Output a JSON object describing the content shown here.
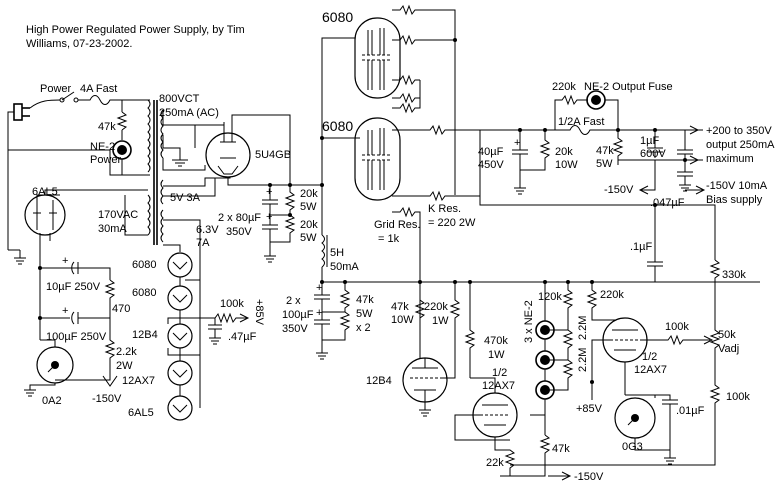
{
  "title_line1": "High Power Regulated Power Supply, by Tim",
  "title_line2": "Williams, 07-23-2002.",
  "labels": {
    "power": "Power",
    "fuse_main": "4A Fast",
    "r_47k_lamp": "47k",
    "ne2_power_1": "NE-2",
    "ne2_power_2": "Power",
    "xfmr_hv_1": "800VCT",
    "xfmr_hv_2": "250mA (AC)",
    "rect_tube": "5U4GB",
    "fil_5v": "5V 3A",
    "cap_2x80_1": "2 x 80µF",
    "cap_2x80_2": "350V",
    "r_20k_a1": "20k",
    "r_20k_a2": "5W",
    "r_20k_b1": "20k",
    "r_20k_b2": "5W",
    "tube_6al5_top": "6AL5",
    "bias_ac_1": "170VAC",
    "bias_ac_2": "30mA",
    "fil_63_1": "6.3V",
    "fil_63_2": "7A",
    "cap_10uf": "10µF 250V",
    "r_470": "470",
    "cap_100uf_bias": "100µF 250V",
    "r_22k_1": "2.2k",
    "r_22k_2": "2W",
    "neg150": "-150V",
    "oa2": "0A2",
    "fil_6080a": "6080",
    "fil_6080b": "6080",
    "fil_12b4": "12B4",
    "fil_12ax7": "12AX7",
    "fil_6al5": "6AL5",
    "r_100k_fil": "100k",
    "plus85_fil": "+85V",
    "cap_47uf": ".47µF",
    "choke_1": "5H",
    "choke_2": "50mA",
    "cap_2x100_1": "2 x",
    "cap_2x100_2": "100µF",
    "cap_2x100_3": "350V",
    "r_47k_5w_1": "47k",
    "r_47k_5w_2": "5W",
    "r_47k_5w_3": "x 2",
    "pass_top": "6080",
    "pass_bot": "6080",
    "grid_res_1": "Grid Res.",
    "grid_res_2": "= 1k",
    "k_res_1": "K Res.",
    "k_res_2": "= 220 2W",
    "r_220k_fuse": "220k",
    "ne2_fuse": "NE-2 Output Fuse",
    "fuse_out": "1/2A Fast",
    "cap_40uf_1": "40µF",
    "cap_40uf_2": "450V",
    "r_20k_10w_1": "20k",
    "r_20k_10w_2": "10W",
    "r_47k_out_1": "47k",
    "r_47k_out_2": "5W",
    "cap_1uf_1": "1µF",
    "cap_1uf_2": "600V",
    "out_1": "+200 to 350V",
    "out_2": "output 250mA",
    "out_3": "maximum",
    "bias_in": "-150V",
    "cap_047": ".047µF",
    "bias_out_1": "-150V 10mA",
    "bias_out_2": "Bias supply",
    "cap_1uf_fb": ".1µF",
    "r_330k": "330k",
    "r_47k_10w_1": "47k",
    "r_47k_10w_2": "10W",
    "r_220k_1w_1": "220k",
    "r_220k_1w_2": "1W",
    "r_470k_1": "470k",
    "r_470k_2": "1W",
    "r_120k": "120k",
    "r_220k_b": "220k",
    "ne2_x3_1": "3 x NE-2",
    "r_22m_a": "2.2M",
    "r_22m_b": "2.2M",
    "r_100k_fb": "100k",
    "pot_1": "50k",
    "pot_2": "Vadj",
    "tube_12b4": "12B4",
    "half_12ax7_1": "1/2",
    "half_12ax7_2": "12AX7",
    "half_12ax7_3": "1/2",
    "half_12ax7_4": "12AX7",
    "plus85": "+85V",
    "cap_01": ".01µF",
    "r_100k_b": "100k",
    "og3": "0G3",
    "r_22k_b": "22k",
    "r_47k_b": "47k",
    "neg150_b": "-150V"
  }
}
